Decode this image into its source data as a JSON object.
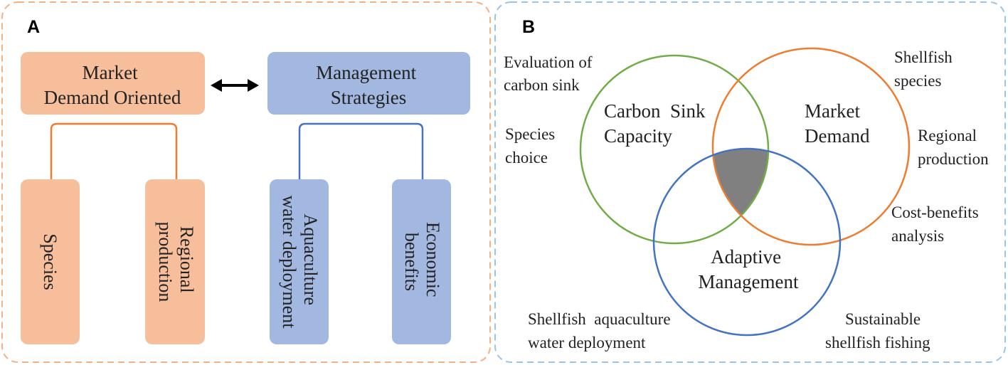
{
  "colors": {
    "orange_box": "#F6BE9B",
    "blue_box": "#A2B8E1",
    "orange_line": "#EE7D30",
    "blue_line": "#4472C4",
    "green_circle": "#70AD47",
    "orange_circle": "#ED7D31",
    "blue_circle": "#4472C4",
    "intersection": "#808080",
    "panel_a_border": "#F4B183",
    "panel_b_border": "#9DC3E6"
  },
  "panel_a": {
    "label": "A",
    "left_title": [
      "Market",
      "Demand Oriented"
    ],
    "right_title": [
      "Management",
      "Strategies"
    ],
    "arrow": "double-arrow-icon",
    "left_children": [
      {
        "lines": [
          "Species"
        ]
      },
      {
        "lines": [
          "Regional",
          "production"
        ]
      }
    ],
    "right_children": [
      {
        "lines": [
          "Aquaculture",
          "water deployment"
        ]
      },
      {
        "lines": [
          "Economic",
          "benefits"
        ]
      }
    ]
  },
  "panel_b": {
    "label": "B",
    "circles": [
      {
        "name": "carbon-sink",
        "lines": [
          "Carbon  Sink",
          "Capacity"
        ]
      },
      {
        "name": "market-demand",
        "lines": [
          "Market",
          "Demand"
        ]
      },
      {
        "name": "adaptive-management",
        "lines": [
          "Adaptive",
          "Management"
        ]
      }
    ],
    "annotations": [
      {
        "lines": [
          "Evaluation of",
          "carbon sink"
        ]
      },
      {
        "lines": [
          "Species",
          "choice"
        ]
      },
      {
        "lines": [
          "Shellfish",
          "species"
        ]
      },
      {
        "lines": [
          "Regional",
          "production"
        ]
      },
      {
        "lines": [
          "Cost-benefits",
          "analysis"
        ]
      },
      {
        "lines": [
          "Shellfish  aquaculture",
          "water deployment"
        ]
      },
      {
        "lines": [
          "Sustainable",
          "shellfish fishing"
        ]
      }
    ]
  }
}
